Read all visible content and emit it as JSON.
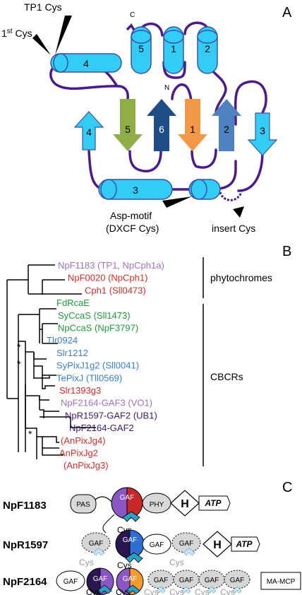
{
  "panel_a": {
    "letter": "A",
    "callouts": {
      "tp1_cys": "TP1 Cys",
      "first_cys_base": "1",
      "first_cys_sup": "st",
      "first_cys_word": " Cys",
      "asp_motif": "Asp-motif",
      "dxcf_cys": "(DXCF Cys)",
      "insert_cys": "insert Cys"
    },
    "terminus_c": "C",
    "terminus_n": "N",
    "helices": {
      "h4": "4",
      "h5": "5",
      "h1": "1",
      "h2": "2",
      "h3": "3"
    },
    "strands": {
      "s4": "4",
      "s5": "5",
      "s6": "6",
      "s1": "1",
      "s2": "2",
      "s3": "3"
    },
    "colors": {
      "helix": "#33ccf5",
      "loop": "#4b1a8c",
      "strand_5": "#8fae47",
      "strand_6": "#1f4e87",
      "strand_1": "#f39847",
      "strand_2": "#4f82c0",
      "strand_cyan": "#33ccf5"
    }
  },
  "panel_b": {
    "letter": "B",
    "leaves": [
      {
        "text": "NpF1183 (TP1, NpCph1a)",
        "color": "#a070c8"
      },
      {
        "text": "NpF0020 (NpCph1)",
        "color": "#d42b2b"
      },
      {
        "text": "Cph1 (Sll0473)",
        "color": "#d42b2b"
      },
      {
        "text": "FdRcaE",
        "color": "#1f9a3a"
      },
      {
        "text": "SyCcaS (Sll1473)",
        "color": "#1f9a3a"
      },
      {
        "text": "NpCcaS (NpF3797)",
        "color": "#1f9a3a"
      },
      {
        "text": "Tlr0924",
        "color": "#3a7dd0"
      },
      {
        "text": "Slr1212",
        "color": "#3a7dd0"
      },
      {
        "text": "SyPixJ1g2 (Sll0041)",
        "color": "#3a7dd0"
      },
      {
        "text": "TePixJ (Tll0569)",
        "color": "#3a7dd0"
      },
      {
        "text": "Slr1393g3",
        "color": "#d42b2b"
      },
      {
        "text": "NpF2164-GAF3 (VO1)",
        "color": "#a070c8"
      },
      {
        "text": "NpR1597-GAF2 (UB1)",
        "color": "#3d1a6e"
      },
      {
        "text": "NpF2164-GAF2",
        "color": "#3d1a6e"
      },
      {
        "text": "(AnPixJg4)",
        "color": "#d42b2b"
      },
      {
        "text": "AnPixJg2",
        "color": "#d42b2b"
      },
      {
        "text": "(AnPixJg3)",
        "color": "#d42b2b"
      }
    ],
    "groups": {
      "phytochromes": "phytochromes",
      "cbcrs": "CBCRs"
    },
    "asterisk": "*"
  },
  "panel_c": {
    "letter": "C",
    "proteins": [
      {
        "name": "NpF1183"
      },
      {
        "name": "NpR1597"
      },
      {
        "name": "NpF2164"
      }
    ],
    "domains": {
      "pas": "PAS",
      "gaf": "GAF",
      "phy": "PHY",
      "his": "H",
      "atp": "ATP",
      "mcp": "MA-MCP",
      "cys": "Cys"
    },
    "colors": {
      "gaf_purple": "#8a55c4",
      "gaf_red": "#c82828",
      "gaf_dark": "#2a1650",
      "gaf_blue": "#2f6fd1",
      "gaf_orange": "#f39a33",
      "gaf_grey": "#d6d6d6",
      "chromophore": "#2ba0c8"
    }
  }
}
